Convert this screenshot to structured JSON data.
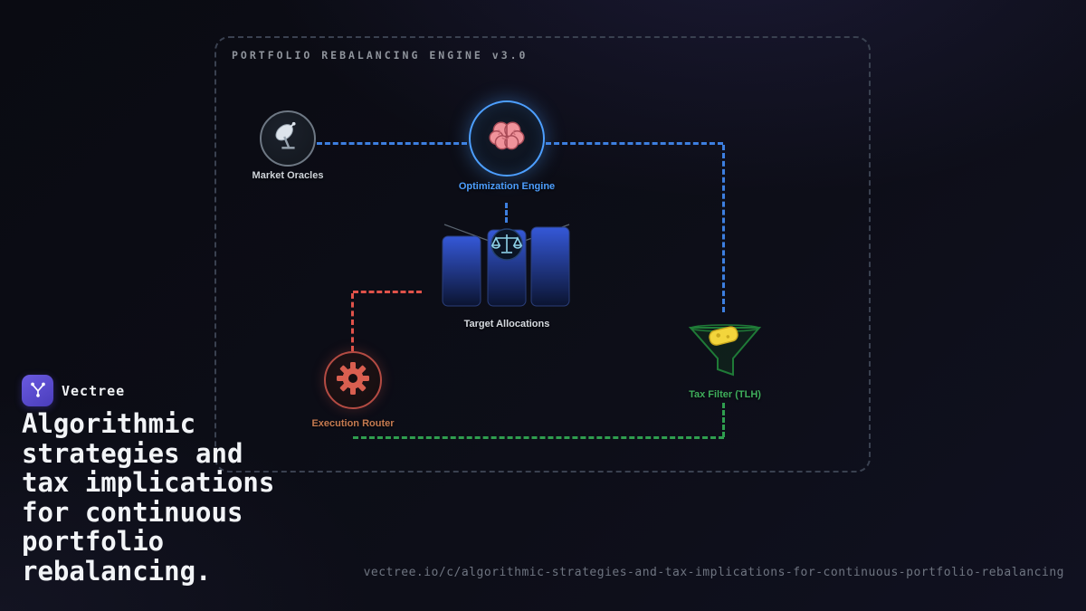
{
  "diagram": {
    "title": "PORTFOLIO REBALANCING ENGINE v3.0",
    "nodes": {
      "market_oracles": {
        "label": "Market Oracles",
        "icon": "satellite-dish-icon",
        "accent": "#6e7884"
      },
      "optimization_engine": {
        "label": "Optimization Engine",
        "icon": "brain-icon",
        "accent": "#4d9fff"
      },
      "target_allocations": {
        "label": "Target Allocations",
        "icon": "bar-chart-balance-icon",
        "accent": "#2f5ad0"
      },
      "tax_filter": {
        "label": "Tax Filter (TLH)",
        "icon": "funnel-cheese-icon",
        "accent": "#3fae5c"
      },
      "execution_router": {
        "label": "Execution Router",
        "icon": "gear-icon",
        "accent": "#c57a50"
      }
    },
    "edge_colors": {
      "data_flow": "#3d7fe0",
      "execution": "#e0524a",
      "tax_loop": "#2f9e4f"
    }
  },
  "brand": {
    "name": "Vectree",
    "logo_icon": "tree-branch-icon",
    "logo_color": "#5a4bd0"
  },
  "headline": {
    "text": "Algorithmic strategies and tax implications for continuous portfolio rebalancing.",
    "lines": [
      "Algorithmic",
      "strategies and",
      "tax implications",
      "for continuous",
      "portfolio",
      "rebalancing."
    ]
  },
  "footer": {
    "url": "vectree.io/c/algorithmic-strategies-and-tax-implications-for-continuous-portfolio-rebalancing"
  }
}
